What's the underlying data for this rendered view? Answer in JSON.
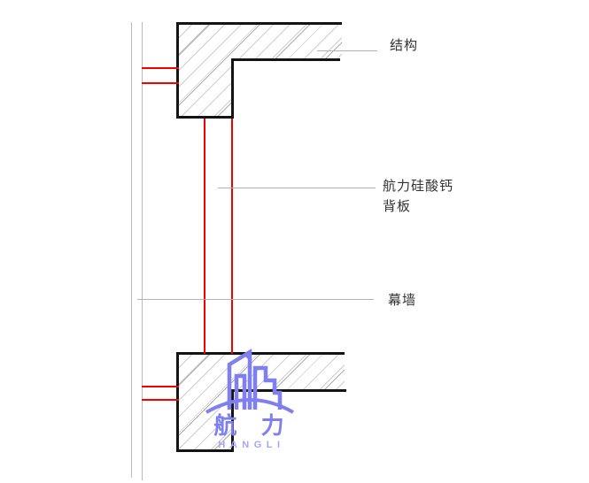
{
  "drawing": {
    "type": "curtain-wall-section-detail",
    "annotations": {
      "structure": {
        "label": "结构"
      },
      "backboard": {
        "line1": "航力硅酸钙",
        "line2": "背板"
      },
      "curtain_wall": {
        "label": "幕墙"
      }
    },
    "logo": {
      "name_cn": "航 力",
      "name_en": "HANGLI"
    },
    "colors": {
      "outline_black": "#141414",
      "curtain_wall_red": "#f40000",
      "leader_gray": "#b3b3b3",
      "hatch_gray": "#cfcfcf",
      "logo_purple": "#7f7ff0",
      "logo_purple_light": "#a6a6f6",
      "label_text": "#333333"
    }
  }
}
